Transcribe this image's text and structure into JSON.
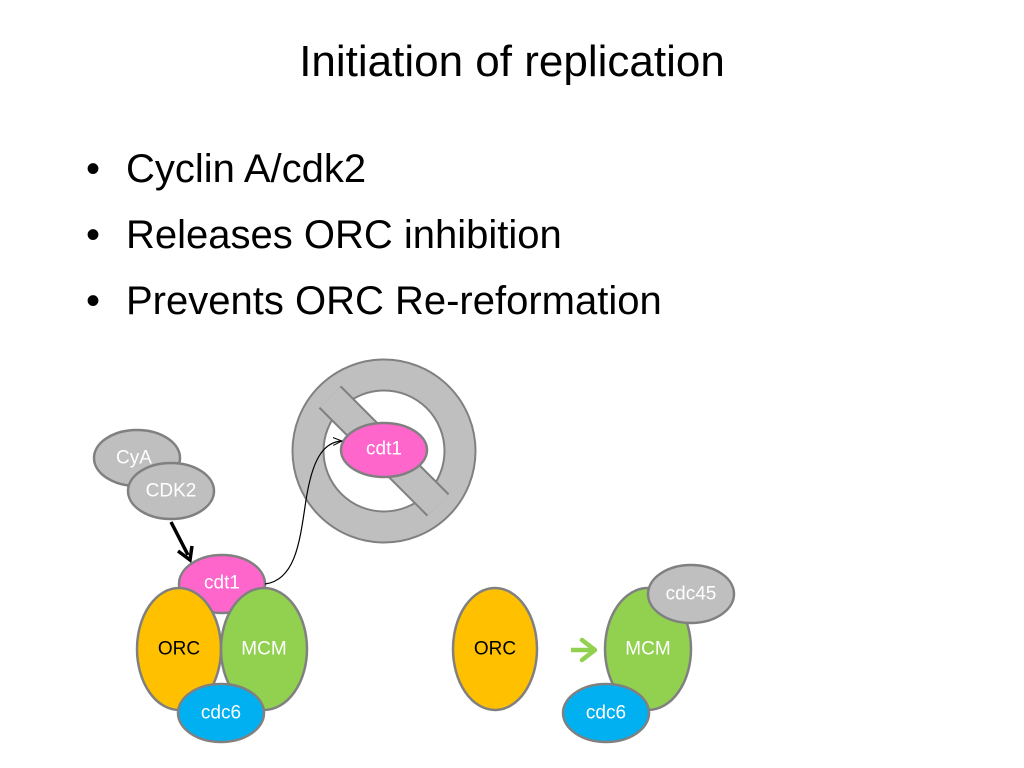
{
  "title": "Initiation of replication",
  "bullets": [
    "Cyclin A/cdk2",
    "Releases ORC inhibition",
    "Prevents ORC Re-reformation"
  ],
  "bullet_glyph": "•",
  "diagram": {
    "left_complex": {
      "cya": "CyA",
      "cdk2": "CDK2",
      "cdt1": "cdt1",
      "orc": "ORC",
      "mcm": "MCM",
      "cdc6": "cdc6"
    },
    "inhibited": {
      "cdt1": "cdt1"
    },
    "right_complex": {
      "orc": "ORC",
      "mcm": "MCM",
      "cdc45": "cdc45",
      "cdc6": "cdc6"
    }
  },
  "colors": {
    "orc": "#FFC000",
    "mcm": "#92D050",
    "cdc6": "#00B0F0",
    "cdt1": "#FF66CC",
    "grey_protein": "#BFBFBF",
    "outline": "#808080",
    "green_arrow": "#92D050",
    "label_white": "#FFFFFF"
  }
}
